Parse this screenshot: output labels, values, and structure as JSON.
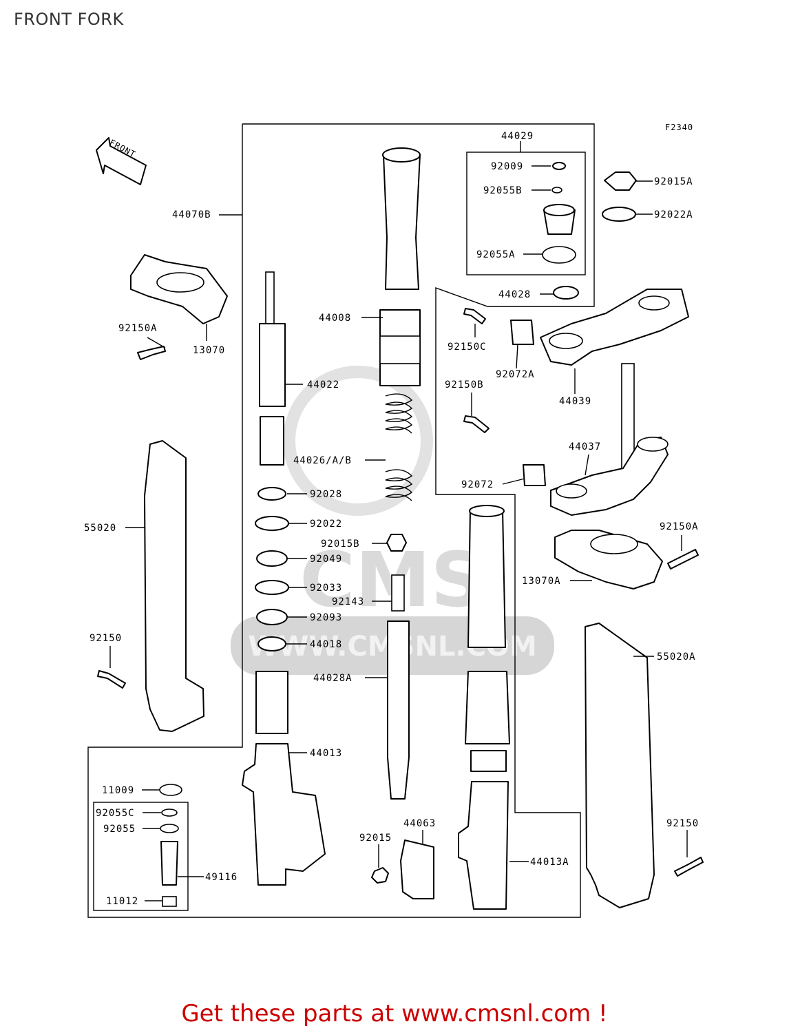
{
  "page_title": "FRONT FORK",
  "figure_code": "F2340",
  "front_arrow_label": "FRONT",
  "watermark": {
    "brand": "CMS",
    "url": "WWW.CMSNL.COM"
  },
  "part_labels": {
    "p44029": "44029",
    "p92009": "92009",
    "p92055B": "92055B",
    "p92055A": "92055A",
    "p44028": "44028",
    "p92015A_top": "92015A",
    "p92022A": "92022A",
    "p44070B": "44070B",
    "p92150A_left": "92150A",
    "p13070": "13070",
    "p44008": "44008",
    "p44022": "44022",
    "p92150C": "92150C",
    "p92072A": "92072A",
    "p44039": "44039",
    "p92150B": "92150B",
    "p44037": "44037",
    "p44026AB": "44026/A/B",
    "p92028": "92028",
    "p92072": "92072",
    "p92022": "92022",
    "p55020": "55020",
    "p92015B": "92015B",
    "p92150A_right": "92150A",
    "p92049": "92049",
    "p92033": "92033",
    "p92143": "92143",
    "p13070A": "13070A",
    "p92093": "92093",
    "p92150_left": "92150",
    "p44018": "44018",
    "p55020A": "55020A",
    "p44028A": "44028A",
    "p44013": "44013",
    "p11009": "11009",
    "p92055C": "92055C",
    "p92055": "92055",
    "p44063": "44063",
    "p92015": "92015",
    "p92150_right": "92150",
    "p44013A": "44013A",
    "p49116": "49116",
    "p11012": "11012"
  },
  "footer_text": "Get these parts at www.cmsnl.com !",
  "colors": {
    "footer": "#cc0000",
    "lines": "#000000",
    "watermark": "#d6d6d6"
  }
}
